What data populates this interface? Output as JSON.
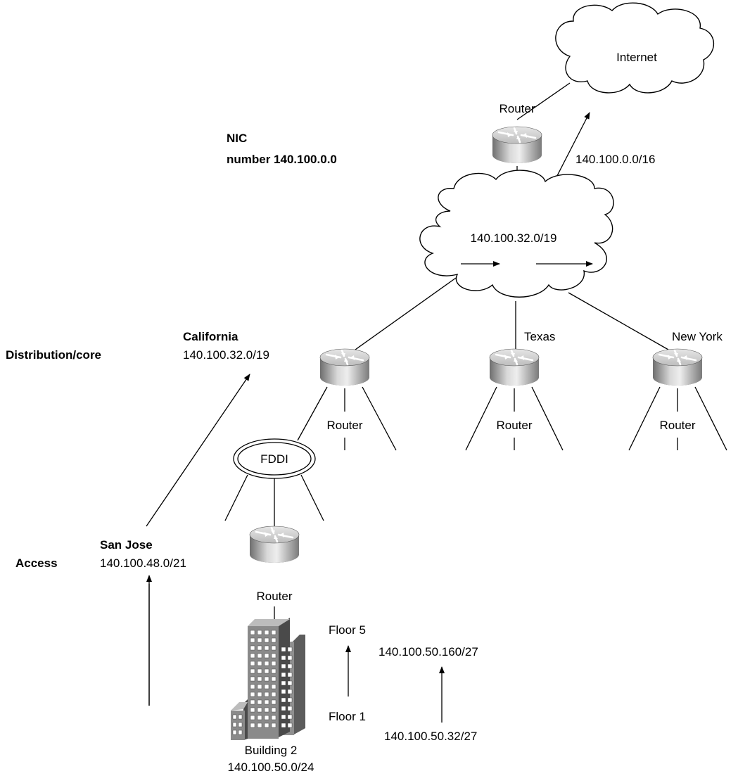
{
  "tiers": {
    "nic_line1": "NIC",
    "nic_line2": "number 140.100.0.0",
    "distribution": "Distribution/core",
    "access": "Access"
  },
  "internet": {
    "label": "Internet"
  },
  "top_router": {
    "label": "Router",
    "uplink": "140.100.0.0/16"
  },
  "core_cloud": {
    "label": "140.100.32.0/19"
  },
  "california": {
    "name": "California",
    "prefix": "140.100.32.0/19",
    "router_label": "Router"
  },
  "texas": {
    "name": "Texas",
    "router_label": "Router"
  },
  "new_york": {
    "name": "New York",
    "router_label": "Router"
  },
  "fddi": {
    "label": "FDDI"
  },
  "san_jose": {
    "name": "San Jose",
    "prefix": "140.100.48.0/21"
  },
  "access_router": {
    "label": "Router"
  },
  "floors": {
    "top": "Floor 5",
    "bottom": "Floor 1",
    "top_prefix": "140.100.50.160/27",
    "bottom_prefix": "140.100.50.32/27"
  },
  "building": {
    "name": "Building 2",
    "prefix": "140.100.50.0/24"
  },
  "icons": [
    "router-icon",
    "cloud-icon",
    "ring-icon",
    "building-icon",
    "arrow-icon"
  ]
}
